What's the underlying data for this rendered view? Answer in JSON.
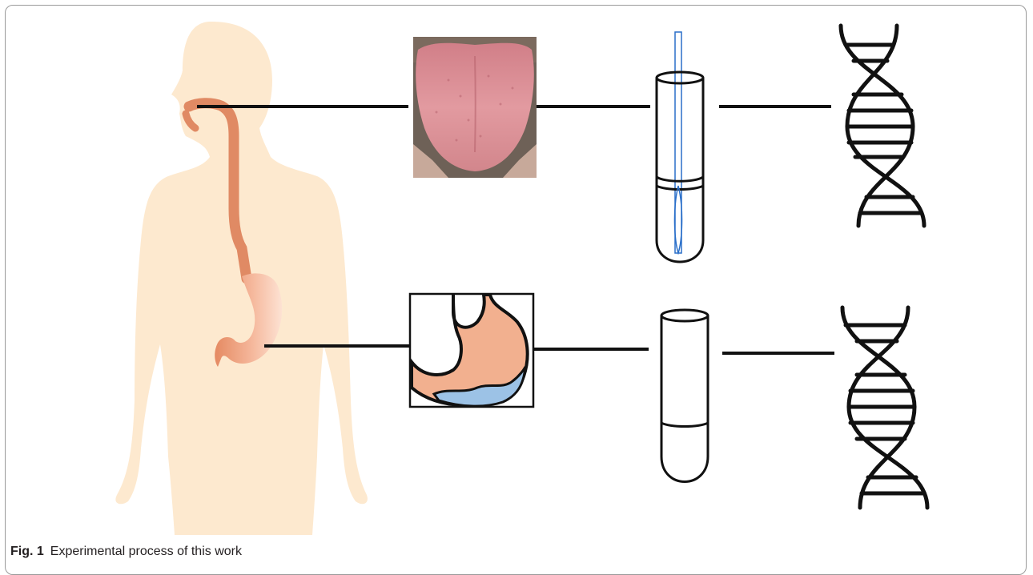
{
  "figure": {
    "label": "Fig. 1",
    "caption": "Experimental process of this work"
  },
  "diagram": {
    "rows": [
      {
        "organ": "tongue",
        "sample": "tongue-coating-swab",
        "output": "dna"
      },
      {
        "organ": "stomach",
        "sample": "gastric-juice-tube",
        "output": "dna"
      }
    ]
  },
  "colors": {
    "body_silhouette": "#fde9cf",
    "esophagus": "#e08a64",
    "stomach": "#f2b08f",
    "gastric_fluid": "#9cc2e6",
    "tongue": "#d98a8f",
    "line": "#111111"
  }
}
